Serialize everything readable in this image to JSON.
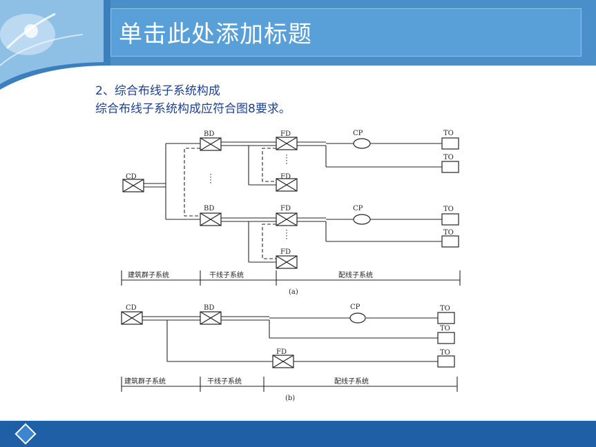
{
  "slide": {
    "title": "单击此处添加标题",
    "heading": "2、综合布线子系统构成",
    "subheading": "综合布线子系统构成应符合图8要求。"
  },
  "diagram_a": {
    "labels": {
      "cd": "CD",
      "bd_top": "BD",
      "bd_bottom": "BD",
      "fd_1": "FD",
      "fd_2": "FD",
      "fd_3": "FD",
      "fd_4": "FD",
      "cp_top": "CP",
      "cp_bottom": "CP",
      "to_1": "TO",
      "to_2": "TO",
      "to_3": "TO",
      "to_4": "TO"
    },
    "zones": [
      "建筑群子系统",
      "干线子系统",
      "配线子系统"
    ],
    "caption": "(a)"
  },
  "diagram_b": {
    "labels": {
      "cd": "CD",
      "bd": "BD",
      "fd": "FD",
      "cp": "CP",
      "to_1": "TO",
      "to_2": "TO",
      "to_3": "TO"
    },
    "zones": [
      "建筑群子系统",
      "干线子系统",
      "配线子系统"
    ],
    "caption": "(b)"
  },
  "colors": {
    "header": "#4a8fc9",
    "title_panel": "#5aa0d8",
    "footer": "#1f5fa6",
    "text_blue": "#1d3f8f"
  }
}
